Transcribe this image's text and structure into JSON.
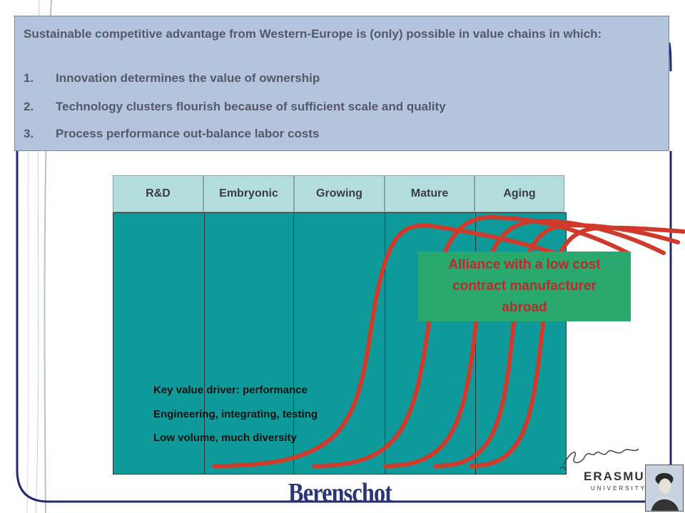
{
  "header": {
    "intro": "Sustainable competitive advantage from Western-Europe is (only) possible in value chains in which:",
    "points": [
      {
        "num": "1.",
        "text": "Innovation determines the value of ownership"
      },
      {
        "num": "2.",
        "text": "Technology clusters flourish because of sufficient scale and quality"
      },
      {
        "num": "3.",
        "text": "Process performance out-balance labor costs"
      }
    ]
  },
  "stages": [
    "R&D",
    "Embryonic",
    "Growing",
    "Mature",
    "Aging"
  ],
  "callout": {
    "lines": [
      "Alliance with a low cost",
      "contract manufacturer",
      "abroad"
    ]
  },
  "drivers": [
    "Key value driver: performance",
    "Engineering, integrating, testing",
    "Low volume, much diversity"
  ],
  "logos": {
    "berenschot": "Berenschot",
    "erasmus_word": "ERASMUS",
    "erasmus_sub": "UNIVERSITY"
  },
  "colors": {
    "header_bg": "#b4c4dc",
    "stage_bg": "#b4dede",
    "column_bg": "#0e9a9a",
    "curve": "#d03a2a",
    "callout_bg": "#2aa96e",
    "callout_text": "#c0282c",
    "frame": "#1f2b6e"
  }
}
